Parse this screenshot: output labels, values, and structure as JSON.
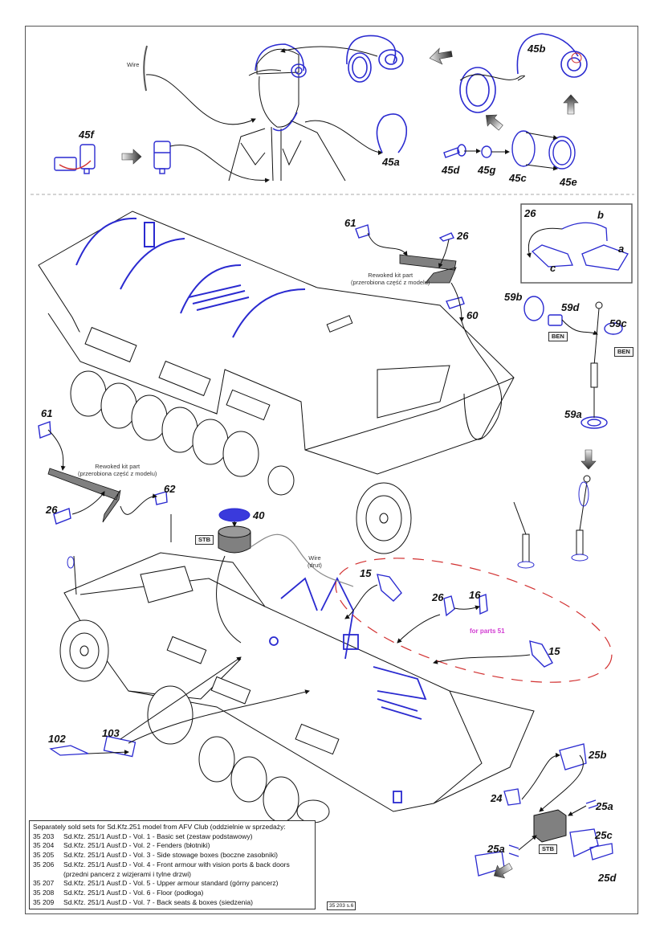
{
  "sheet": {
    "page_code": "35 203 s.6"
  },
  "top_section": {
    "wire_label": "Wire",
    "parts": [
      {
        "id": "45f",
        "label": "45f"
      },
      {
        "id": "45a",
        "label": "45a"
      },
      {
        "id": "45b",
        "label": "45b"
      },
      {
        "id": "45c",
        "label": "45c"
      },
      {
        "id": "45d",
        "label": "45d"
      },
      {
        "id": "45e",
        "label": "45e"
      },
      {
        "id": "45g",
        "label": "45g"
      }
    ]
  },
  "upper_vehicle": {
    "rework_note_1": {
      "line1": "Rewoked kit part",
      "line2": "(przerobiona część z modelu)"
    },
    "rework_note_2": {
      "line1": "Rewoked kit part",
      "line2": "(przerobiona część z modelu)"
    },
    "parts": {
      "p61_top": "61",
      "p26_top": "26",
      "p60": "60",
      "p61_left": "61",
      "p26_left": "26",
      "p62": "62",
      "p59a": "59a",
      "p59b": "59b",
      "p59c": "59c",
      "p59d": "59d"
    },
    "ben_tag_1": "BEN",
    "ben_tag_2": "BEN",
    "inset_26": {
      "title": "26",
      "a": "a",
      "b": "b",
      "c": "c"
    }
  },
  "lower_vehicle": {
    "p40": "40",
    "stb_tag_1": "STB",
    "wire_label": {
      "line1": "Wire",
      "line2": "(drut)"
    },
    "p15_a": "15",
    "p15_b": "15",
    "p16": "16",
    "p26": "26",
    "note_parts": "for parts 51",
    "p102": "102",
    "p103": "103",
    "p24": "24",
    "p25a_1": "25a",
    "p25a_2": "25a",
    "p25b": "25b",
    "p25c": "25c",
    "p25d": "25d",
    "stb_tag_2": "STB"
  },
  "legend": {
    "header": "Separately sold sets for Sd.Kfz.251 model from AFV Club (oddzielnie w sprzedaży:",
    "rows": [
      {
        "code": "35 203",
        "desc": "Sd.Kfz. 251/1 Ausf.D - Vol. 1 - Basic set (zestaw podstawowy)"
      },
      {
        "code": "35 204",
        "desc": "Sd.Kfz. 251/1 Ausf.D - Vol. 2 - Fenders (błotniki)"
      },
      {
        "code": "35 205",
        "desc": "Sd.Kfz. 251/1 Ausf.D - Vol. 3 - Side stowage boxes (boczne zasobniki)"
      },
      {
        "code": "35 206",
        "desc": "Sd.Kfz. 251/1 Ausf.D - Vol. 4 - Front armour with vision ports & back doors (przedni pancerz z wizjerami i tylne drzwi)"
      },
      {
        "code": "35 207",
        "desc": "Sd.Kfz. 251/1 Ausf.D - Vol. 5 - Upper armour standard (górny pancerz)"
      },
      {
        "code": "35 208",
        "desc": "Sd.Kfz. 251/1 Ausf.D - Vol. 6 - Floor (podłoga)"
      },
      {
        "code": "35 209",
        "desc": "Sd.Kfz. 251/1 Ausf.D - Vol. 7 - Back seats & boxes (siedzenia)"
      }
    ]
  },
  "colors": {
    "part_blue": "#2a2ad0",
    "outline": "#111111",
    "grey_part": "#8a8a8a",
    "guide_red": "#d23030",
    "note_magenta": "#d23bd2"
  }
}
